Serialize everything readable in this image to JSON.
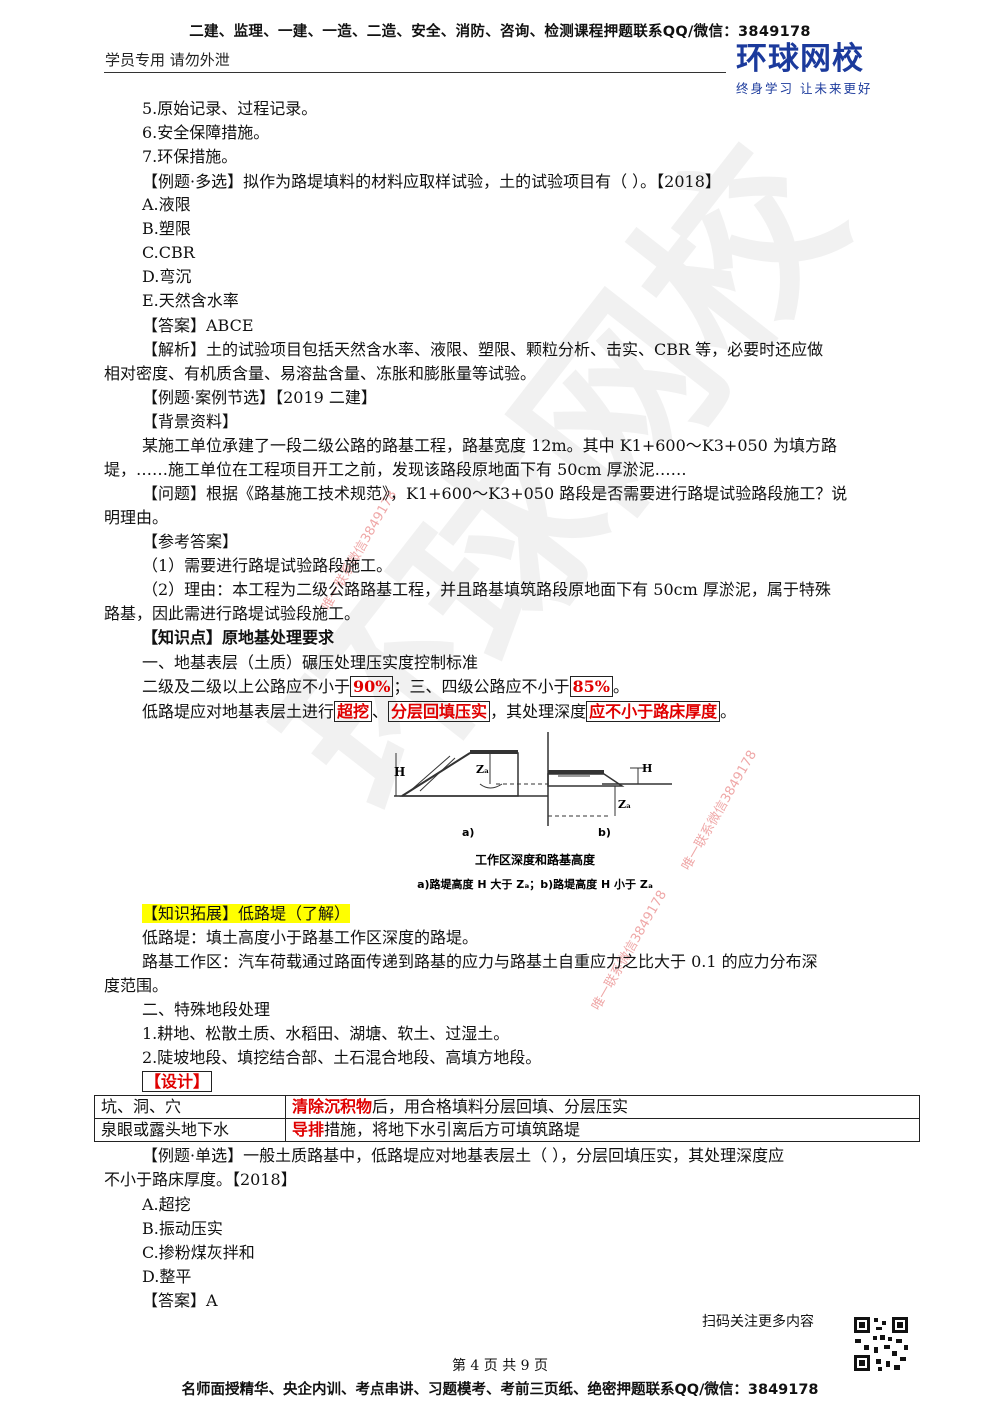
{
  "header": {
    "banner": "二建、监理、一建、一造、二造、安全、消防、咨询、检测课程押题联系QQ/微信：3849178",
    "left_note": "学员专用 请勿外泄",
    "logo_text": "环球网校",
    "logo_slogan": "终身学习 让未来更好"
  },
  "watermarks": {
    "big": "环球网校",
    "small_1": "唯一联系微信3849178",
    "small_2": "唯一联系微信3849178",
    "small_3": "唯一联系微信3849178"
  },
  "content": {
    "l1": "5.原始记录、过程记录。",
    "l2": "6.安全保障措施。",
    "l3": "7.环保措施。",
    "l4": "【例题·多选】拟作为路堤填料的材料应取样试验，土的试验项目有（ ）。【2018】",
    "l5": "A.液限",
    "l6": "B.塑限",
    "l7": "C.CBR",
    "l8": "D.弯沉",
    "l9": "E.天然含水率",
    "l10": "【答案】ABCE",
    "l11": "【解析】土的试验项目包括天然含水率、液限、塑限、颗粒分析、击实、CBR 等，必要时还应做",
    "l12": "相对密度、有机质含量、易溶盐含量、冻胀和膨胀量等试验。",
    "l13": "【例题·案例节选】【2019 二建】",
    "l14": "【背景资料】",
    "l15": "某施工单位承建了一段二级公路的路基工程，路基宽度 12m。其中 K1+600～K3+050 为填方路",
    "l16": "堤，……施工单位在工程项目开工之前，发现该路段原地面下有 50cm 厚淤泥……",
    "l17": "【问题】根据《路基施工技术规范》，K1+600～K3+050 路段是否需要进行路堤试验路段施工？说",
    "l18": "明理由。",
    "l19": "【参考答案】",
    "l20": "（1）需要进行路堤试验路段施工。",
    "l21": "（2）理由：本工程为二级公路路基工程，并且路基填筑路段原地面下有 50cm 厚淤泥，属于特殊",
    "l22": "路基，因此需进行路堤试验段施工。",
    "l23": "【知识点】原地基处理要求",
    "l24": "一、地基表层（土质）碾压处理压实度控制标准",
    "l25a": "二级及二级以上公路应不小于",
    "l25b": "90%",
    "l25c": "；三、四级公路应不小于",
    "l25d": "85%",
    "l25e": "。",
    "l26a": "低路堤应对地基表层土进行",
    "l26b": "超挖",
    "l26c": "、",
    "l26d": "分层回填压实",
    "l26e": "，其处理深度",
    "l26f": "应不小于路床厚度",
    "l26g": "。",
    "fig_a": "a)",
    "fig_b": "b)",
    "fig_H1": "H",
    "fig_Z": "Zₐ",
    "fig_H2": "H",
    "fig_Z2": "Zₐ",
    "fig_title": "工作区深度和路基高度",
    "fig_caption": "a)路堤高度 H 大于 Zₐ；b)路堤高度 H 小于 Zₐ",
    "l27": "【知识拓展】低路堤（了解）",
    "l28": "低路堤：填土高度小于路基工作区深度的路堤。",
    "l29": "路基工作区：汽车荷载通过路面传递到路基的应力与路基土自重应力之比大于 0.1 的应力分布深",
    "l30": "度范围。",
    "l31": "二、特殊地段处理",
    "l32": "1.耕地、松散土质、水稻田、湖塘、软土、过湿土。",
    "l33": "2.陡坡地段、填挖结合部、土石混合地段、高填方地段。",
    "l34": "【设计】",
    "l35": "【例题·单选】一般土质路基中，低路堤应对地基表层土（ ），分层回填压实，其处理深度应",
    "l36": "不小于路床厚度。【2018】",
    "l37": "A.超挖",
    "l38": "B.振动压实",
    "l39": "C.掺粉煤灰拌和",
    "l40": "D.整平",
    "l41": "【答案】A"
  },
  "design_table": [
    {
      "c1": "坑、洞、穴",
      "c2_red": "清除沉积物",
      "c2_rest": "后，用合格填料分层回填、分层压实"
    },
    {
      "c1": "泉眼或露头地下水",
      "c2_red": "导排",
      "c2_rest": "措施，将地下水引离后方可填筑路堤"
    }
  ],
  "footer": {
    "scan_note": "扫码关注更多内容",
    "page_number": "第 4 页 共 9 页",
    "banner": "名师面授精华、央企内训、考点串讲、习题模考、考前三页纸、绝密押题联系QQ/微信：3849178"
  }
}
